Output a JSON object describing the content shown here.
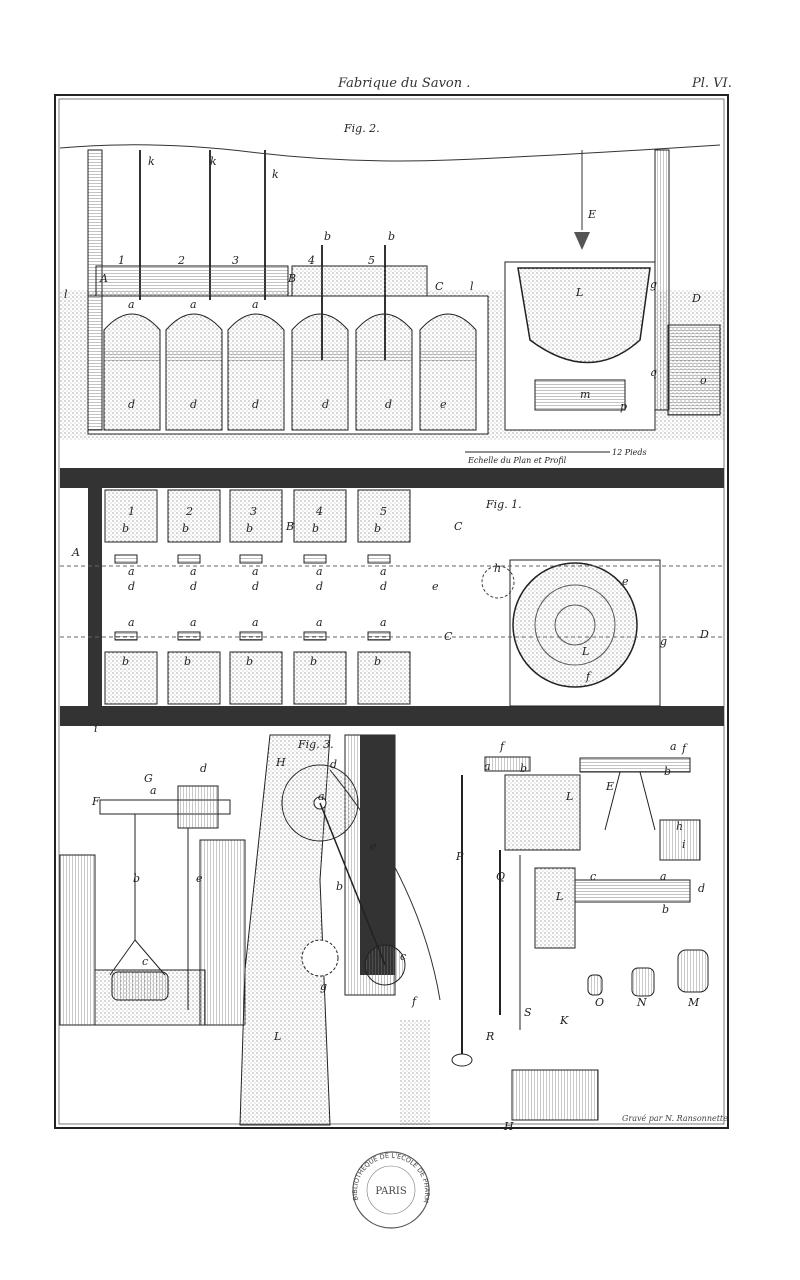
{
  "header": {
    "title": "Fabrique du Savon .",
    "plate_number": "Pl. VI."
  },
  "figures": {
    "fig1": "Fig. 1.",
    "fig2": "Fig. 2.",
    "fig3": "Fig. 3."
  },
  "scale": {
    "caption": "Echelle du Plan et Profil",
    "unit": "12 Pieds"
  },
  "engraver": "Gravé par N. Ransonnette",
  "stamp": {
    "text": "BIBLIOTHEQUE DE L'ECOLE DE PHARMACIE",
    "center": "PARIS"
  },
  "fig2_labels": [
    "k",
    "k",
    "k",
    "E",
    "b",
    "b",
    "1",
    "2",
    "3",
    "4",
    "5",
    "A",
    "B",
    "C",
    "l",
    "l",
    "a",
    "a",
    "a",
    "d",
    "d",
    "d",
    "d",
    "d",
    "e",
    "L",
    "g",
    "D",
    "m",
    "p",
    "q",
    "o"
  ],
  "fig1_labels": [
    "1",
    "2",
    "3",
    "4",
    "5",
    "b",
    "b",
    "b",
    "b",
    "b",
    "B",
    "a",
    "a",
    "a",
    "a",
    "a",
    "d",
    "d",
    "d",
    "d",
    "d",
    "e",
    "a",
    "a",
    "a",
    "a",
    "a",
    "b",
    "b",
    "b",
    "b",
    "b",
    "A",
    "C",
    "C",
    "h",
    "e",
    "L",
    "D",
    "g",
    "f",
    "i"
  ],
  "fig3_labels": [
    "G",
    "a",
    "d",
    "F",
    "b",
    "e",
    "c",
    "H",
    "d",
    "a",
    "b",
    "e",
    "c",
    "g",
    "f",
    "L",
    "P",
    "Q",
    "a",
    "f",
    "b",
    "L",
    "E",
    "a",
    "f",
    "b",
    "h",
    "i",
    "L",
    "c",
    "a",
    "d",
    "b",
    "O",
    "N",
    "M",
    "S",
    "K",
    "R",
    "H"
  ],
  "colors": {
    "ink": "#222222",
    "paper": "#ffffff",
    "hatch": "#888888"
  }
}
